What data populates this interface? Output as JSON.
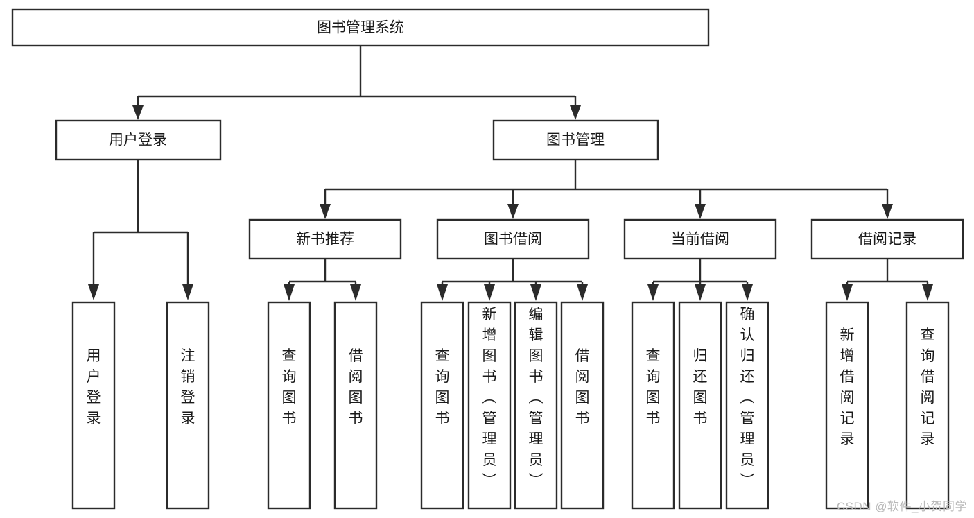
{
  "diagram": {
    "title": "图书管理系统",
    "type": "tree-hierarchy-flowchart",
    "colors": {
      "background": "#ffffff",
      "box_fill": "#ffffff",
      "box_stroke": "#2b2b2b",
      "connector": "#2b2b2b",
      "text": "#1a1a1a",
      "watermark": "#b9b9b9"
    },
    "root": {
      "label": "图书管理系统"
    },
    "level2": [
      {
        "label": "用户登录"
      },
      {
        "label": "图书管理"
      }
    ],
    "level3": [
      {
        "label": "新书推荐"
      },
      {
        "label": "图书借阅"
      },
      {
        "label": "当前借阅"
      },
      {
        "label": "借阅记录"
      }
    ],
    "leaves": {
      "user_login": [
        {
          "label": "用户登录"
        },
        {
          "label": "注销登录"
        }
      ],
      "new_book_recommend": [
        {
          "label": "查询图书"
        },
        {
          "label": "借阅图书"
        }
      ],
      "book_borrow": [
        {
          "label": "查询图书"
        },
        {
          "label": "新增图书（管理员）"
        },
        {
          "label": "编辑图书（管理员）"
        },
        {
          "label": "借阅图书"
        }
      ],
      "current_borrow": [
        {
          "label": "查询图书"
        },
        {
          "label": "归还图书"
        },
        {
          "label": "确认归还（管理员）"
        }
      ],
      "borrow_record": [
        {
          "label": "新增借阅记录"
        },
        {
          "label": "查询借阅记录"
        }
      ]
    }
  },
  "watermark": {
    "text": "CSDN @软件_小贺同学"
  }
}
